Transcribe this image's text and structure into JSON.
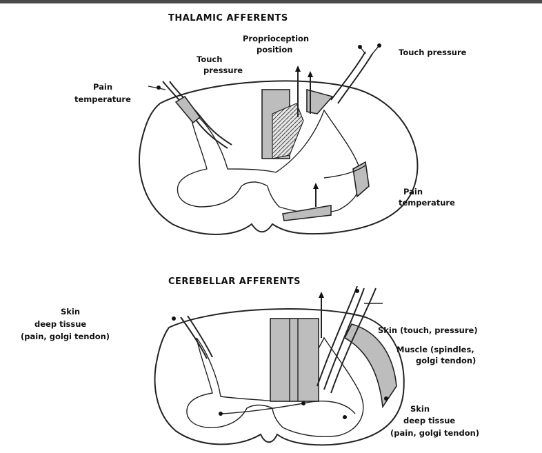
{
  "thalamic": {
    "title": "THALAMIC AFFERENTS",
    "labels": {
      "proprioception_1": "Proprioception",
      "proprioception_2": "position",
      "touch_left_1": "Touch",
      "touch_left_2": "pressure",
      "touch_right": "Touch pressure",
      "pain_left_1": "Pain",
      "pain_left_2": "temperature",
      "pain_right_1": "Pain",
      "pain_right_2": "temperature"
    }
  },
  "cerebellar": {
    "title": "CEREBELLAR AFFERENTS",
    "labels": {
      "skin_left_1": "Skin",
      "skin_left_2": "deep tissue",
      "skin_left_3": "(pain, golgi tendon)",
      "skin_touch": "Skin (touch, pressure)",
      "muscle_1": "Muscle (spindles,",
      "muscle_2": "golgi tendon)",
      "skin_right_1": "Skin",
      "skin_right_2": "deep tissue",
      "skin_right_3": "(pain, golgi tendon)"
    }
  },
  "colors": {
    "ink": "#222222",
    "shading": "#bdbdbd",
    "background": "#ffffff"
  }
}
